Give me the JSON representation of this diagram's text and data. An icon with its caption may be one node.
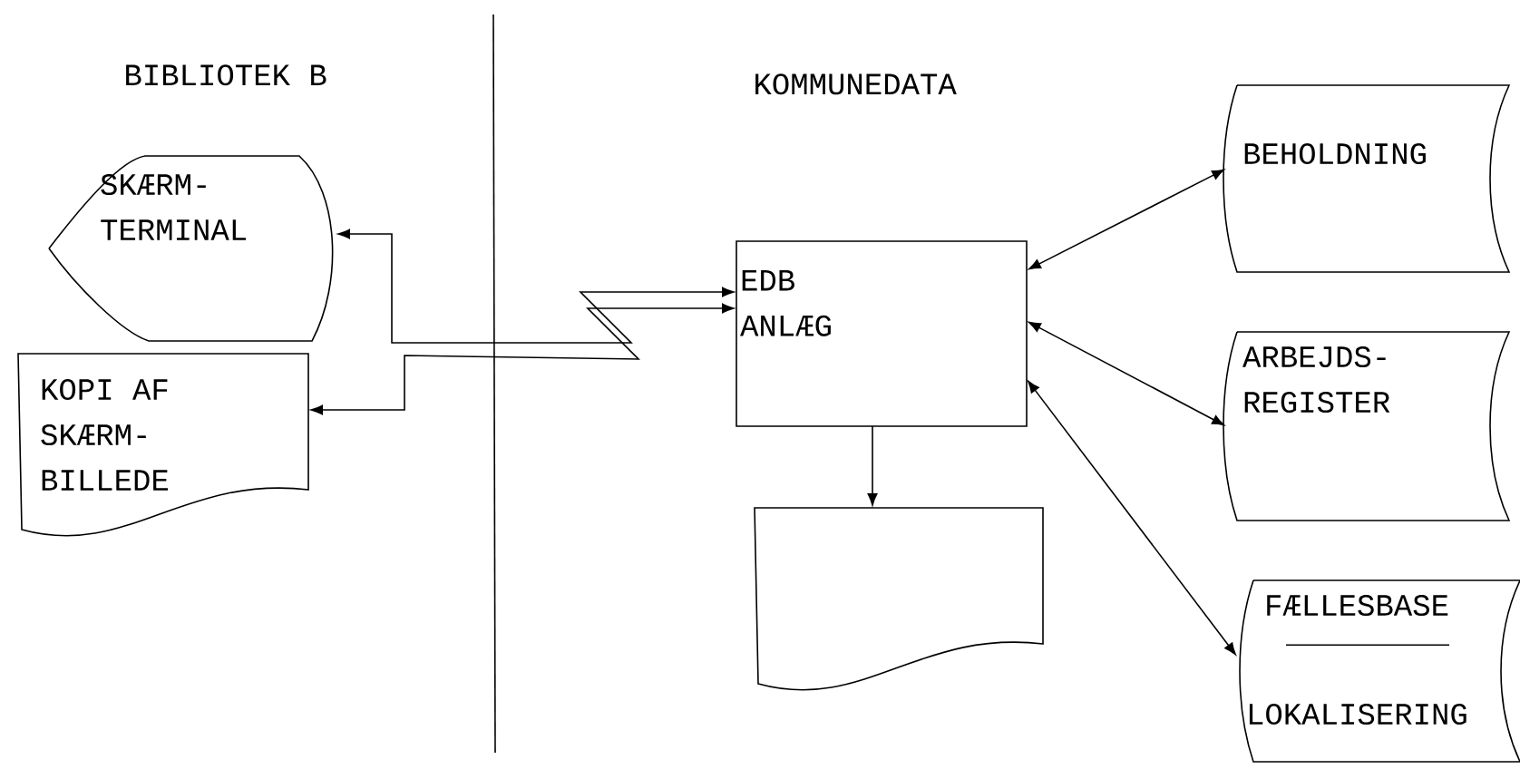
{
  "diagram": {
    "nodes": [
      {
        "text": [
          "SKÆRM-TERMINAL"
        ]
      },
      {
        "text": [
          "KOPI AF SKÆRM-BILLEDE"
        ]
      },
      {
        "text": [
          "EDB ANLÆG"
        ]
      },
      {
        "text": [],
        "shape": "document"
      },
      {
        "text": [
          "BEHOLDNING"
        ]
      },
      {
        "text": [
          "ARBEJDS-REGISTER"
        ]
      },
      {
        "text": [
          "FÆLLESBASE",
          "LOKALISERING"
        ]
      }
    ],
    "edges": [
      {
        "from": 0,
        "to": 2,
        "arrow": "both"
      },
      {
        "from": 1,
        "to": 2,
        "arrow": "both"
      },
      {
        "from": 2,
        "to": 3,
        "arrow": "to"
      },
      {
        "from": 2,
        "to": 4,
        "arrow": "both"
      },
      {
        "from": 2,
        "to": 5,
        "arrow": "both"
      },
      {
        "from": 2,
        "to": 6,
        "arrow": "both"
      }
    ],
    "labels": [
      "BIBLIOTEK B",
      "KOMMUNEDATA"
    ]
  }
}
